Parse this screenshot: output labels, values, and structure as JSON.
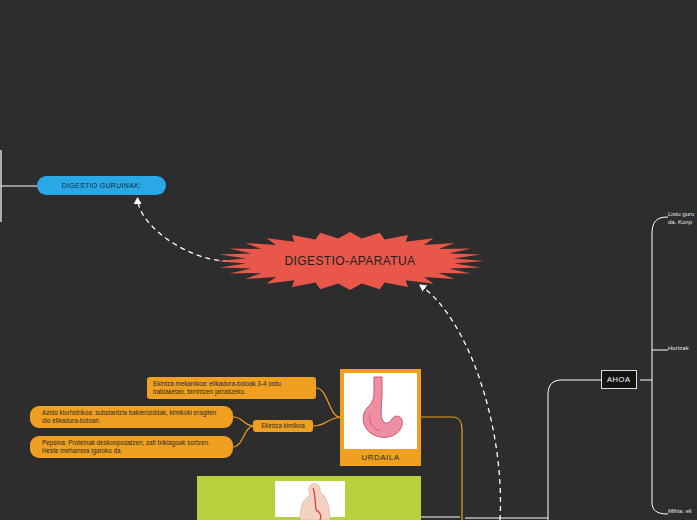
{
  "diagram": {
    "nodes": [
      {
        "text": [
          "DIGESTIO GURUINAK:"
        ]
      },
      {
        "text": [
          "DIGESTIO-APARATUA"
        ]
      },
      {
        "text": [
          "Ekintza mekanikoa: elikadura-boloak 3-4 ordu irabiaketan, birrintzen jarraitzeko."
        ]
      },
      {
        "text": [
          "URDAILA"
        ]
      },
      {
        "text": [
          "Ekintza kimikoa"
        ]
      },
      {
        "text": [
          "Azido klorhidrikoa: substantzia bakteriziddak, kimikoki eragiten dio elikadura-boloari."
        ]
      },
      {
        "text": [
          "Pepsina: Proteinak deskonposatzen, zati txikiagoak sortzen. Heste meharrera igaroko da."
        ]
      },
      {
        "text": [
          "AHOA"
        ]
      }
    ],
    "edges": [
      {
        "from": 1,
        "to": 0,
        "arrow": "to"
      },
      {
        "from": 3,
        "to": 2,
        "arrow": "none"
      },
      {
        "from": 3,
        "to": 4,
        "arrow": "none"
      },
      {
        "from": 4,
        "to": 5,
        "arrow": "none"
      },
      {
        "from": 4,
        "to": 6,
        "arrow": "none"
      }
    ],
    "labels": [
      "Listu guru da. Konp",
      "Hortzak",
      "Mihia: eli"
    ]
  }
}
